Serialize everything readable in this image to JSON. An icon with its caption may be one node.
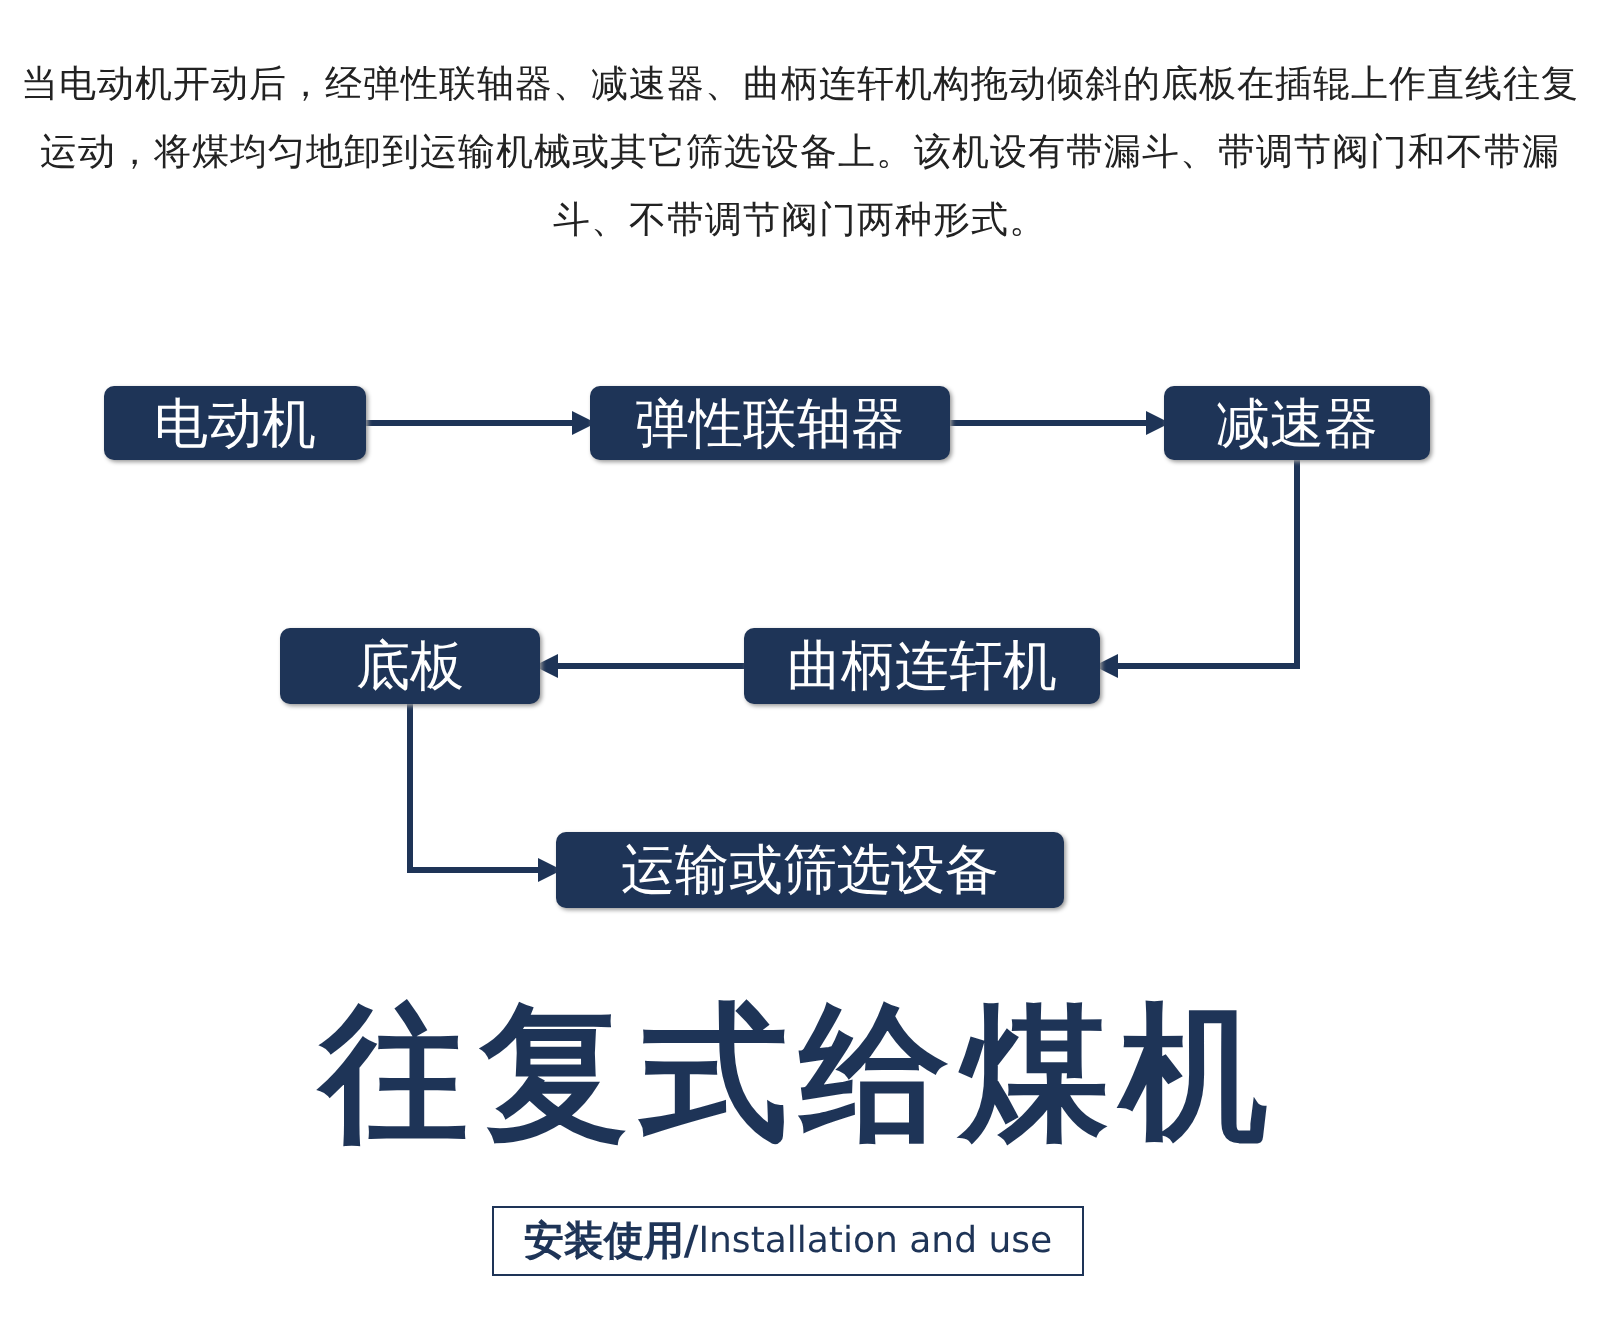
{
  "diagram": {
    "title": "往复式给煤机",
    "nodes": [
      {
        "text": [
          "电动机"
        ]
      },
      {
        "text": [
          "弹性联轴器"
        ]
      },
      {
        "text": [
          "减速器"
        ]
      },
      {
        "text": [
          "曲柄连轩机"
        ]
      },
      {
        "text": [
          "底板"
        ]
      },
      {
        "text": [
          "运输或筛选设备"
        ]
      },
      {
        "text": [
          "**安装使用/**Installation and use"
        ]
      }
    ],
    "edges": [
      {
        "from": 0,
        "to": 1,
        "arrow": "to"
      },
      {
        "from": 1,
        "to": 2,
        "arrow": "to"
      },
      {
        "from": 2,
        "to": 3,
        "arrow": "to"
      },
      {
        "from": 3,
        "to": 4,
        "arrow": "to"
      },
      {
        "from": 4,
        "to": 5,
        "arrow": "to"
      }
    ],
    "labels": [
      "当电动机开动后，经弹性联轴器、减速器、曲柄连轩机构拖动倾斜的底板在插辊上作直线往复运动，将煤均匀地卸到运输机械或其它筛选设备上。该机设有带漏斗、带调节阀门和不带漏斗、不带调节阀门两种形式。"
    ]
  }
}
